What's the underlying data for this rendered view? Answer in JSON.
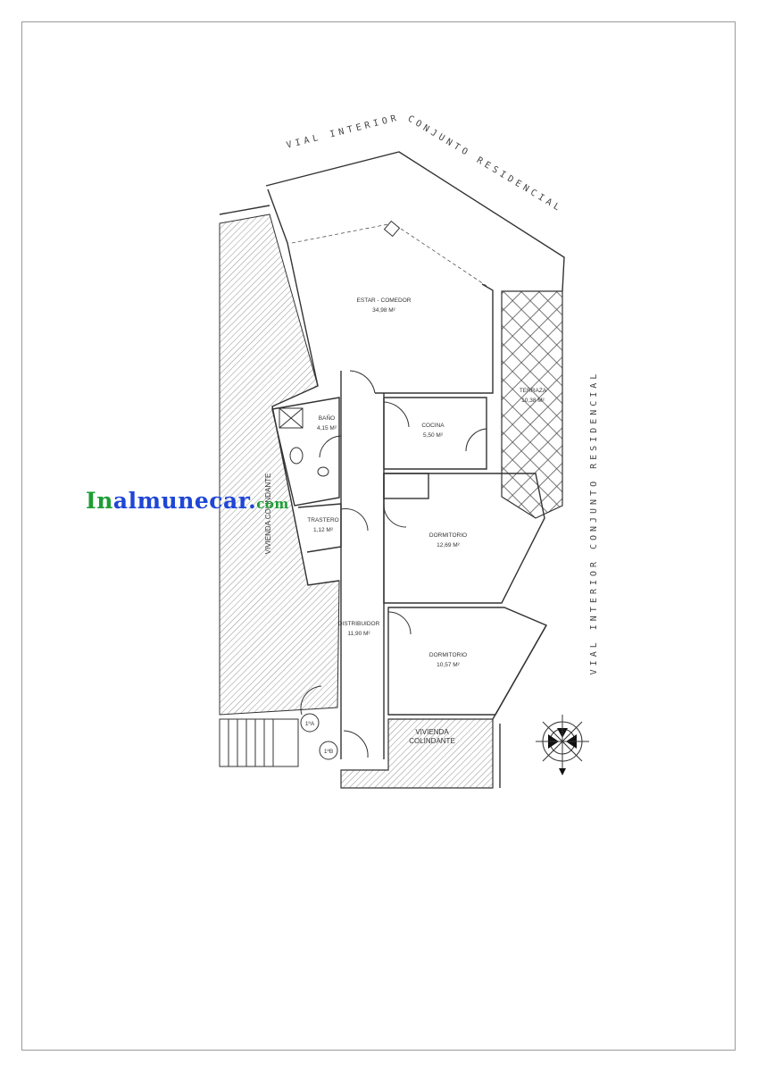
{
  "watermark": {
    "part1": "In",
    "part2": "almunecar.",
    "part3": "com",
    "color_green": "#1e9e35",
    "color_blue": "#1f46d6"
  },
  "roads": {
    "top_left": "VIAL INTERIOR",
    "top_right": "CONJUNTO RESIDENCIAL",
    "right": "VIAL INTERIOR CONJUNTO RESIDENCIAL"
  },
  "rooms": {
    "living": {
      "name": "ESTAR - COMEDOR",
      "area": "34,98 M²"
    },
    "terrace": {
      "name": "TERRAZA",
      "area": "10,38 M²"
    },
    "bath": {
      "name": "BAÑO",
      "area": "4,15 M²"
    },
    "kitchen": {
      "name": "COCINA",
      "area": "5,50 M²"
    },
    "storage": {
      "name": "TRASTERO",
      "area": "1,12 M²"
    },
    "bedroom1": {
      "name": "DORMITORIO",
      "area": "12,69 M²"
    },
    "hall": {
      "name": "DISTRIBUIDOR",
      "area": "11,90 M²"
    },
    "bedroom2": {
      "name": "DORMITORIO",
      "area": "10,57 M²"
    }
  },
  "neighbors": {
    "left": "VIVIENDA COLINDANTE",
    "bottom_line1": "VIVIENDA",
    "bottom_line2": "COLINDANTE"
  },
  "doors": {
    "a": "1ºA",
    "b": "1ºB"
  },
  "compass": {
    "icon": "compass-rose-icon"
  }
}
